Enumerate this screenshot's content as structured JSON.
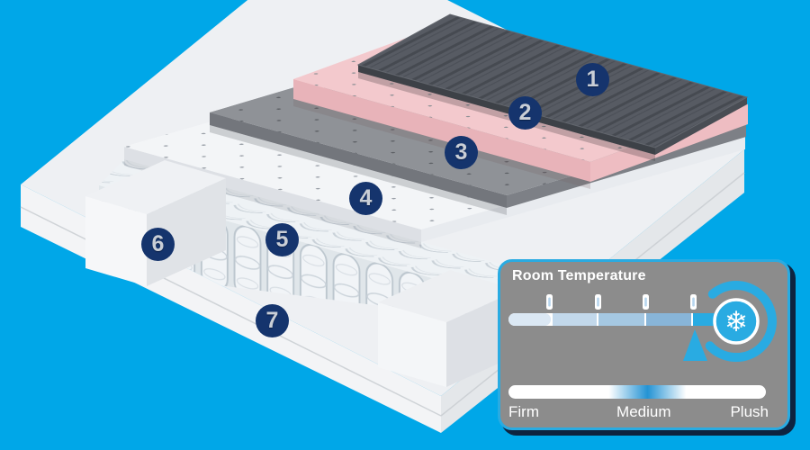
{
  "page": {
    "background_color": "#00a7e8"
  },
  "colors": {
    "accent_cyan": "#29abe2",
    "badge_navy": "#15346d",
    "badge_number_gray": "#c9ced6",
    "panel_gray": "#8c8c8c",
    "panel_shadow_navy": "#0e2340",
    "layer1_cover_dark_gray": "#565a62",
    "layer2_pink_foam": "#f3c9cd",
    "layer3_gray_foam": "#8f9297",
    "layer4_white_foam": "#f3f5f7",
    "base_white": "#eef0f3"
  },
  "mattress": {
    "badges": [
      {
        "number": "1"
      },
      {
        "number": "2"
      },
      {
        "number": "3"
      },
      {
        "number": "4"
      },
      {
        "number": "5"
      },
      {
        "number": "6"
      },
      {
        "number": "7"
      }
    ]
  },
  "panel": {
    "title": "Room Temperature",
    "gauge": {
      "snowflake_char": "❄",
      "segment_colors": [
        "#dbe8f4",
        "#c2d8eb",
        "#a5c8e2",
        "#88b5d8",
        "#29abe2"
      ]
    },
    "firmness": {
      "labels": [
        "Firm",
        "Medium",
        "Plush"
      ]
    }
  }
}
